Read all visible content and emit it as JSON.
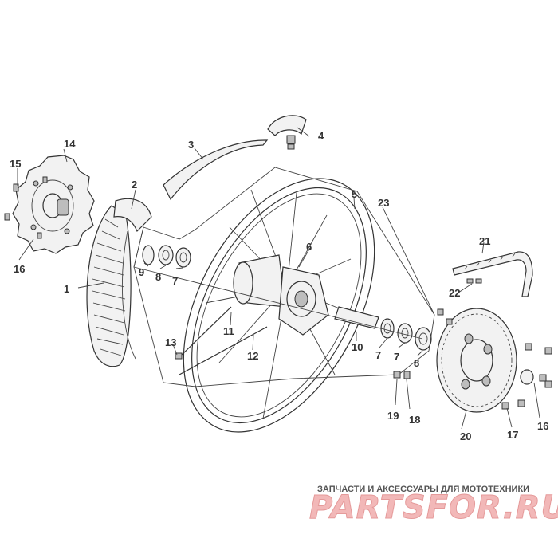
{
  "callouts": {
    "n1": "1",
    "n2": "2",
    "n3": "3",
    "n4": "4",
    "n5": "5",
    "n6": "6",
    "n7a": "7",
    "n7b": "7",
    "n7c": "7",
    "n8a": "8",
    "n8b": "8",
    "n9": "9",
    "n10": "10",
    "n11": "11",
    "n12": "12",
    "n13": "13",
    "n14": "14",
    "n15": "15",
    "n16a": "16",
    "n16b": "16",
    "n17": "17",
    "n18": "18",
    "n19": "19",
    "n20": "20",
    "n21": "21",
    "n22": "22",
    "n23": "23"
  },
  "watermark": {
    "tagline": "ЗАПЧАСТИ И АКСЕССУАРЫ ДЛЯ МОТОТЕХНИКИ",
    "logo": "PARTSFOR.RU"
  },
  "colors": {
    "line": "#333333",
    "watermark": "#f2b8b8",
    "background": "#ffffff"
  }
}
